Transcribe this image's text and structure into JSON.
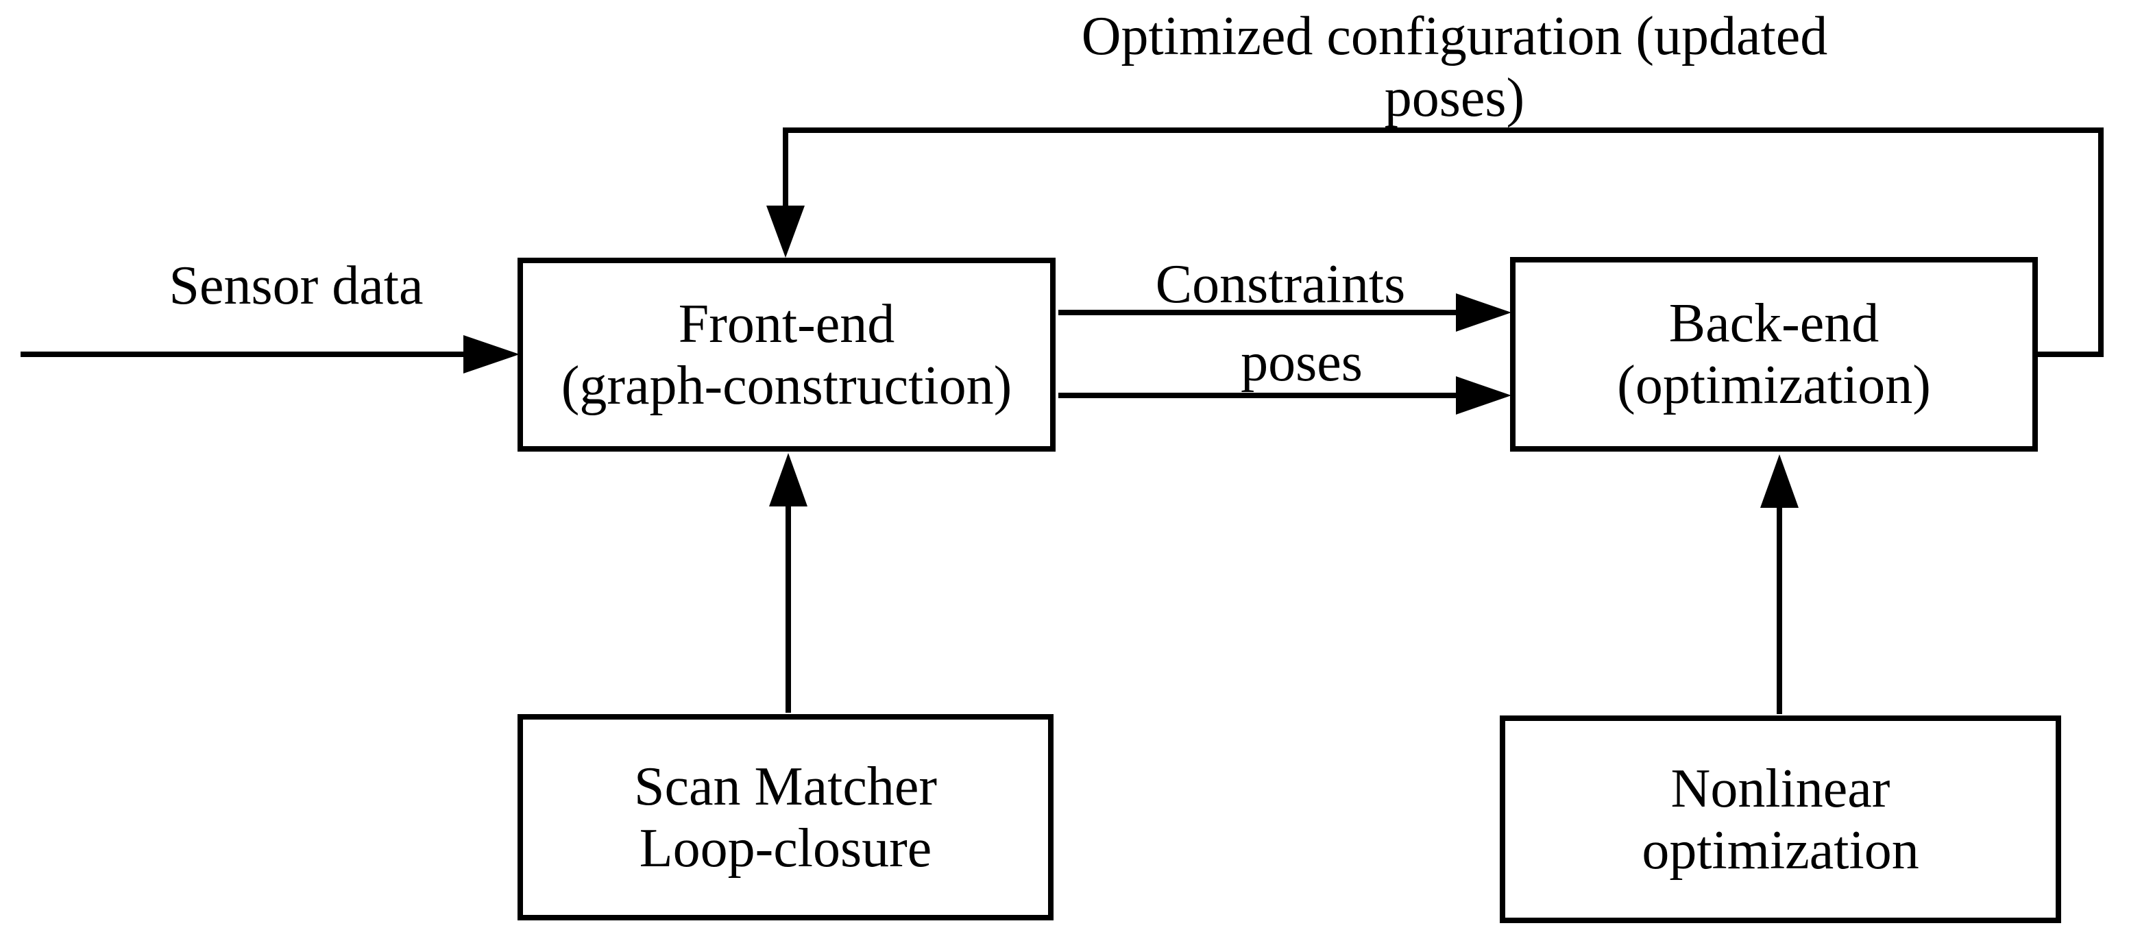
{
  "diagram": {
    "colors": {
      "background": "#ffffff",
      "ink": "#000000"
    },
    "nodes": [
      {
        "id": "front-end",
        "line1": "Front-end",
        "line2": "(graph-construction)"
      },
      {
        "id": "back-end",
        "line1": "Back-end",
        "line2": "(optimization)"
      },
      {
        "id": "scan-matcher",
        "line1": "Scan Matcher",
        "line2": "Loop-closure"
      },
      {
        "id": "nonlinear",
        "line1": "Nonlinear",
        "line2": "optimization"
      }
    ],
    "edge_labels": {
      "sensor": "Sensor data",
      "constraints": "Constraints",
      "poses": "poses",
      "feedback_line1": "Optimized configuration (updated",
      "feedback_line2": "poses)"
    }
  }
}
